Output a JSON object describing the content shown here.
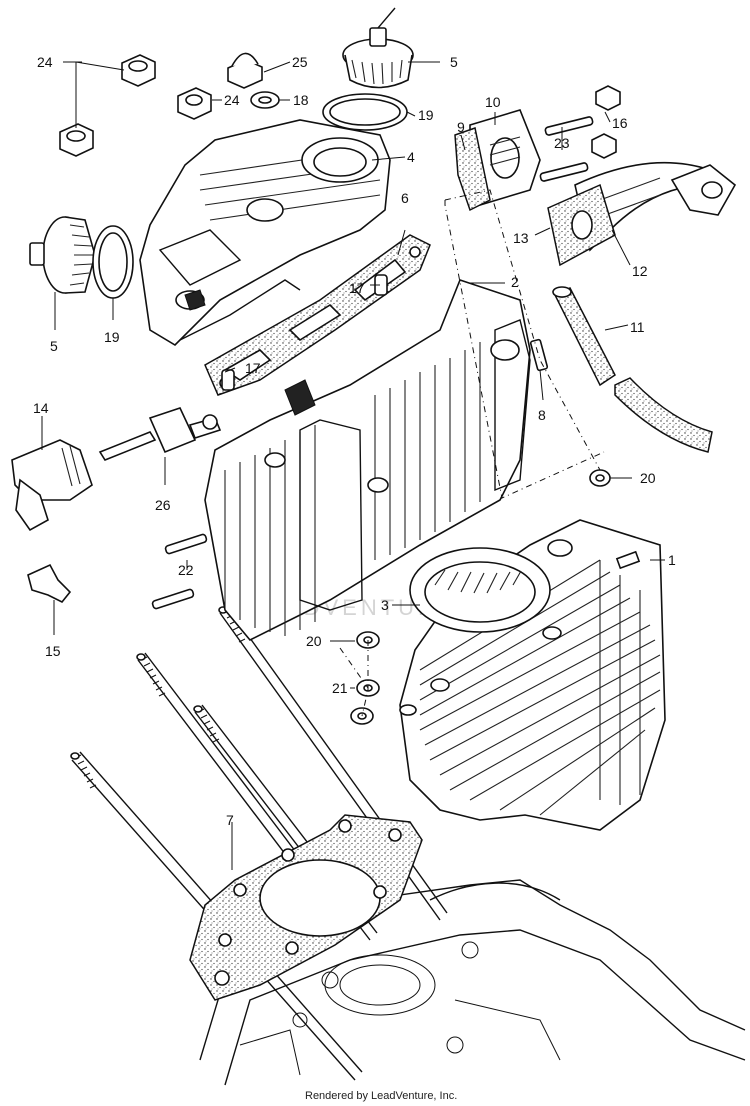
{
  "diagram": {
    "watermark": "LEADVENTURE",
    "footer": "Rendered by LeadVenture, Inc.",
    "callouts": [
      {
        "id": "c24a",
        "text": "24"
      },
      {
        "id": "c25",
        "text": "25"
      },
      {
        "id": "c5a",
        "text": "5"
      },
      {
        "id": "c24b",
        "text": "24"
      },
      {
        "id": "c18",
        "text": "18"
      },
      {
        "id": "c19a",
        "text": "19"
      },
      {
        "id": "c4",
        "text": "4"
      },
      {
        "id": "c10",
        "text": "10"
      },
      {
        "id": "c9",
        "text": "9"
      },
      {
        "id": "c23",
        "text": "23"
      },
      {
        "id": "c16",
        "text": "16"
      },
      {
        "id": "c6",
        "text": "6"
      },
      {
        "id": "c13",
        "text": "13"
      },
      {
        "id": "c12",
        "text": "12"
      },
      {
        "id": "c2",
        "text": "2"
      },
      {
        "id": "c17a",
        "text": "17"
      },
      {
        "id": "c5b",
        "text": "5"
      },
      {
        "id": "c19b",
        "text": "19"
      },
      {
        "id": "c11",
        "text": "11"
      },
      {
        "id": "c17b",
        "text": "17"
      },
      {
        "id": "c14",
        "text": "14"
      },
      {
        "id": "c8",
        "text": "8"
      },
      {
        "id": "c20a",
        "text": "20"
      },
      {
        "id": "c26",
        "text": "26"
      },
      {
        "id": "c1",
        "text": "1"
      },
      {
        "id": "c22",
        "text": "22"
      },
      {
        "id": "c15",
        "text": "15"
      },
      {
        "id": "c3",
        "text": "3"
      },
      {
        "id": "c20b",
        "text": "20"
      },
      {
        "id": "c21",
        "text": "21"
      },
      {
        "id": "c7",
        "text": "7"
      }
    ]
  }
}
